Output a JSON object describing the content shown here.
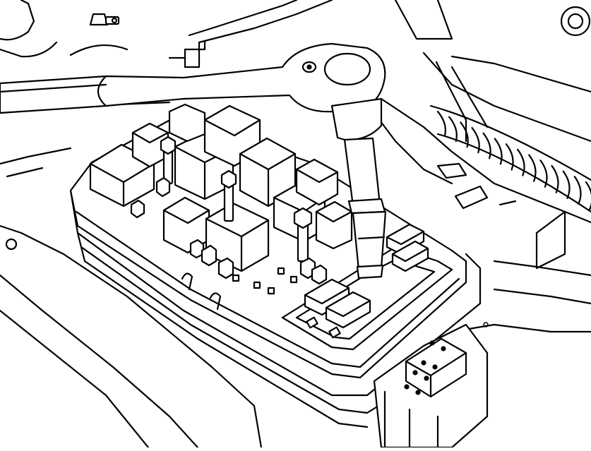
{
  "figure": {
    "kind": "line-art illustration",
    "palette": {
      "line": "#000000",
      "background": "#ffffff"
    },
    "components": [
      "fuse-relay-box",
      "relay",
      "mounting-bolt",
      "fuse",
      "ratchet-wrench",
      "socket-extension",
      "socket",
      "wiring-harness",
      "electrical-connector",
      "body-panel"
    ]
  }
}
